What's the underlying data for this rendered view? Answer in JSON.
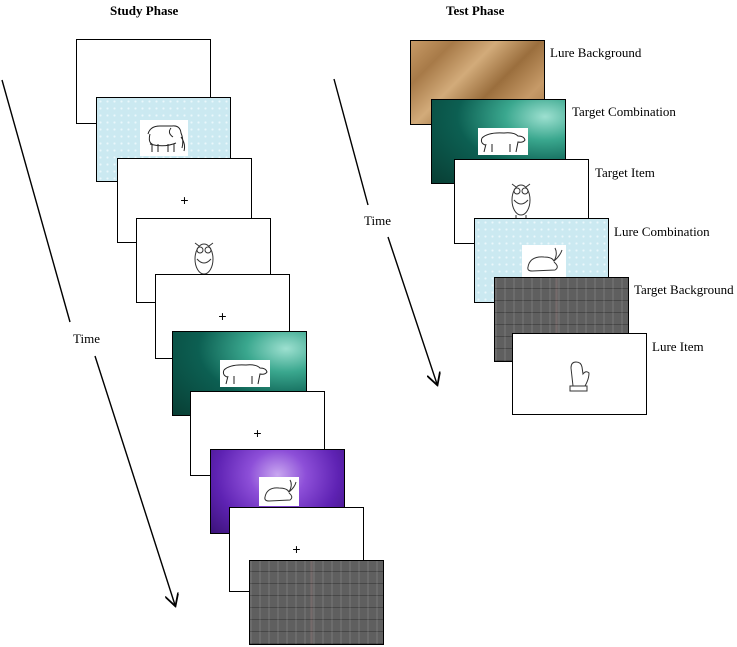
{
  "study_phase": {
    "title": "Study Phase",
    "time_label": "Time",
    "fixation": "+"
  },
  "test_phase": {
    "title": "Test Phase",
    "time_label": "Time",
    "labels": {
      "lure_background": "Lure Background",
      "target_combination": "Target Combination",
      "target_item": "Target Item",
      "lure_combination": "Lure Combination",
      "target_background": "Target Background",
      "lure_item": "Lure Item"
    }
  }
}
